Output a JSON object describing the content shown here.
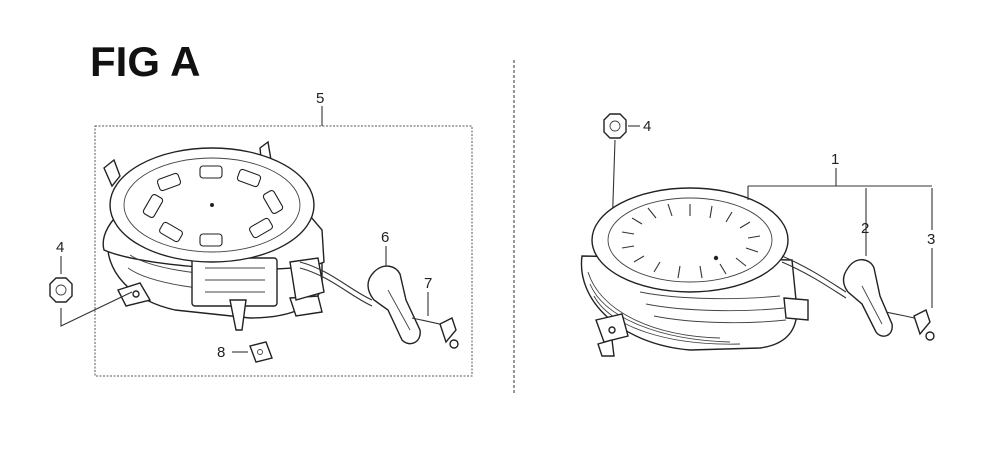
{
  "figure": {
    "title": "FIG A"
  },
  "callouts": {
    "left": {
      "c5": "5",
      "c4": "4",
      "c6": "6",
      "c7": "7",
      "c8": "8"
    },
    "right": {
      "c4": "4",
      "c1": "1",
      "c2": "2",
      "c3": "3"
    }
  },
  "colors": {
    "line": "#222222",
    "background": "#ffffff"
  }
}
